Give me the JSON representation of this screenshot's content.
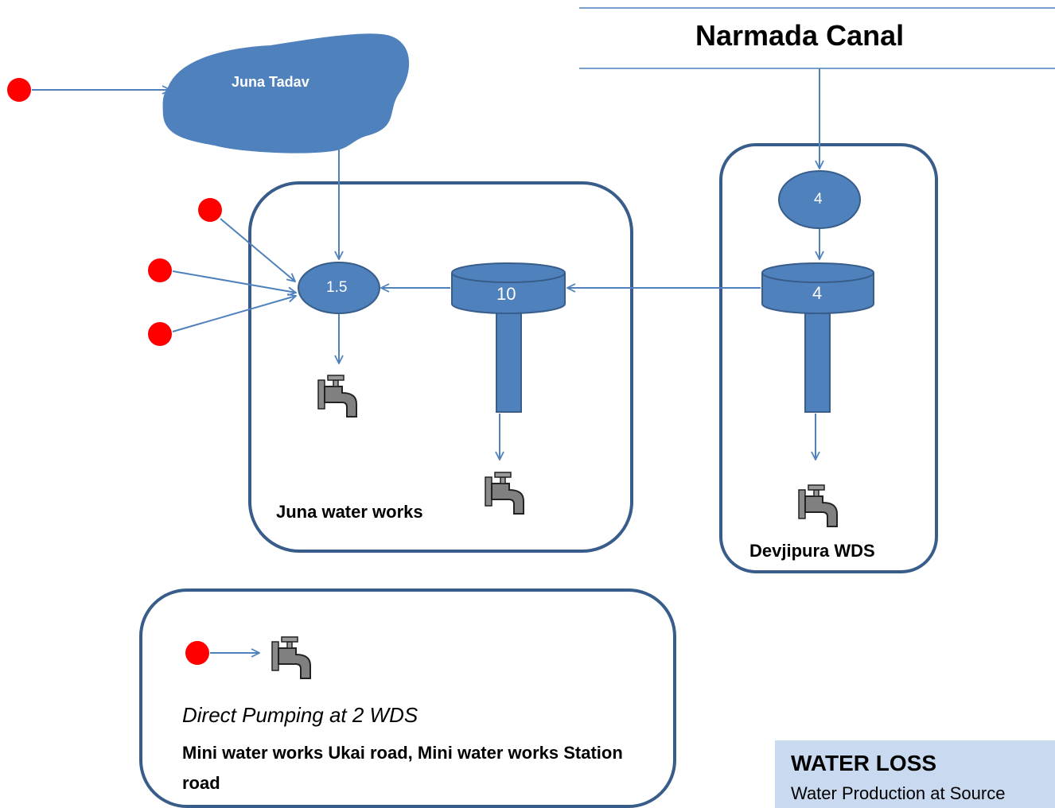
{
  "canal": {
    "label": "Narmada Canal"
  },
  "lake": {
    "label": "Juna Tadav"
  },
  "juna_ellipse": {
    "value": "1.5"
  },
  "juna_tank": {
    "value": "10"
  },
  "devjipura_ellipse": {
    "value": "4"
  },
  "devjipura_tank": {
    "value": "4"
  },
  "juna_box": {
    "label": "Juna water works"
  },
  "devjipura_box": {
    "label": "Devjipura WDS"
  },
  "direct_pumping": {
    "title": "Direct Pumping at 2 WDS",
    "description": "Mini water works Ukai road, Mini water works Station road"
  },
  "water_loss": {
    "title": "WATER LOSS",
    "subtitle": "Water Production at Source"
  },
  "colors": {
    "shape_fill": "#4f81bd",
    "box_stroke": "#385d8a",
    "arrow": "#4f81bd",
    "source_dot": "#ff0000",
    "panel_fill": "#c9d9ef",
    "tap": "#808080"
  }
}
